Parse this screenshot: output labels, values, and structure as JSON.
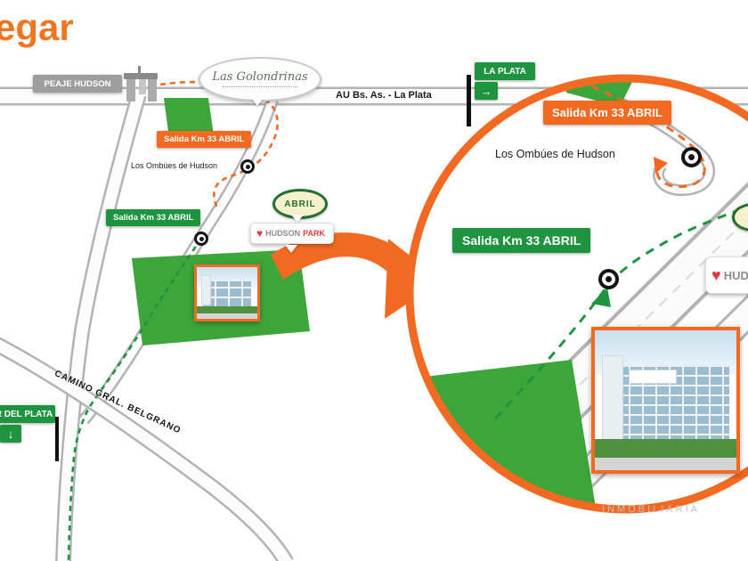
{
  "page": {
    "title": "egar"
  },
  "signs": {
    "peaje": "PEAJE HUDSON",
    "la_plata": "LA PLATA",
    "la_plata_arrow": "→",
    "mar_del_plata": "R DEL PLATA",
    "mar_del_plata_arrow": "↓",
    "highway": "AU Bs. As. - La Plata",
    "camino": "CAMINO GRAL. BELGRANO",
    "salida_orange": "Salida Km 33 ABRIL",
    "salida_green": "Salida Km 33 ABRIL",
    "ombues": "Los Ombúes de Hudson"
  },
  "logos": {
    "golondrinas": "Las Golondrinas",
    "abril": "ABRIL",
    "hudson_brand": "HUDSON",
    "hudson_suffix": "PARK",
    "heart": "♥"
  },
  "watermark": "INMOBILIARIA",
  "colors": {
    "accent_orange": "#F26A21",
    "sign_green": "#1F9440",
    "parcel_green": "#3CA63A",
    "sign_gray": "#9E9E9E"
  }
}
